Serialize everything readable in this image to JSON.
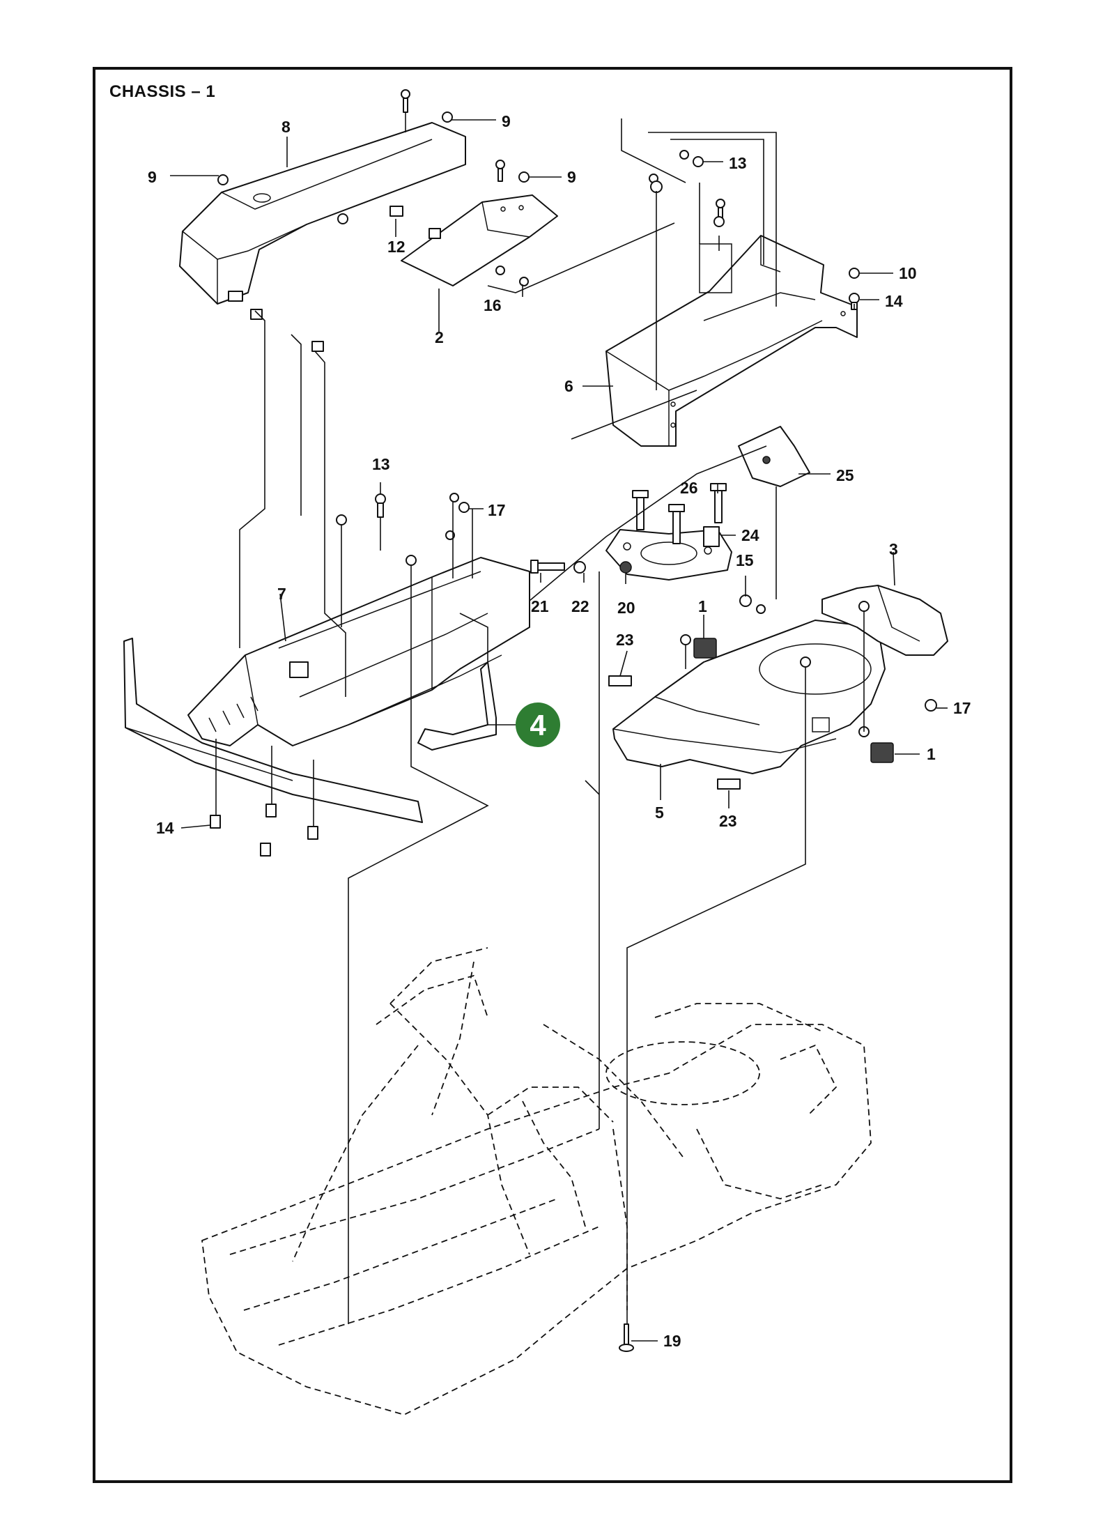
{
  "title": "CHASSIS – 1",
  "callouts": [
    {
      "id": "c8",
      "text": "8"
    },
    {
      "id": "c9a",
      "text": "9"
    },
    {
      "id": "c9b",
      "text": "9"
    },
    {
      "id": "c9c",
      "text": "9"
    },
    {
      "id": "c12",
      "text": "12"
    },
    {
      "id": "c2",
      "text": "2"
    },
    {
      "id": "c16",
      "text": "16"
    },
    {
      "id": "c13a",
      "text": "13"
    },
    {
      "id": "c10",
      "text": "10"
    },
    {
      "id": "c14a",
      "text": "14"
    },
    {
      "id": "c6",
      "text": "6"
    },
    {
      "id": "c25",
      "text": "25"
    },
    {
      "id": "c26",
      "text": "26"
    },
    {
      "id": "c24",
      "text": "24"
    },
    {
      "id": "c13b",
      "text": "13"
    },
    {
      "id": "c17a",
      "text": "17"
    },
    {
      "id": "c7",
      "text": "7"
    },
    {
      "id": "c21",
      "text": "21"
    },
    {
      "id": "c22",
      "text": "22"
    },
    {
      "id": "c20",
      "text": "20"
    },
    {
      "id": "c3",
      "text": "3"
    },
    {
      "id": "c15",
      "text": "15"
    },
    {
      "id": "c1a",
      "text": "1"
    },
    {
      "id": "c23a",
      "text": "23"
    },
    {
      "id": "c17b",
      "text": "17"
    },
    {
      "id": "c1b",
      "text": "1"
    },
    {
      "id": "c5",
      "text": "5"
    },
    {
      "id": "c23b",
      "text": "23"
    },
    {
      "id": "c14b",
      "text": "14"
    },
    {
      "id": "c19",
      "text": "19"
    }
  ],
  "highlight": {
    "text": "4",
    "color": "#2e7d32"
  },
  "colors": {
    "line": "#111111",
    "background": "#ffffff"
  }
}
